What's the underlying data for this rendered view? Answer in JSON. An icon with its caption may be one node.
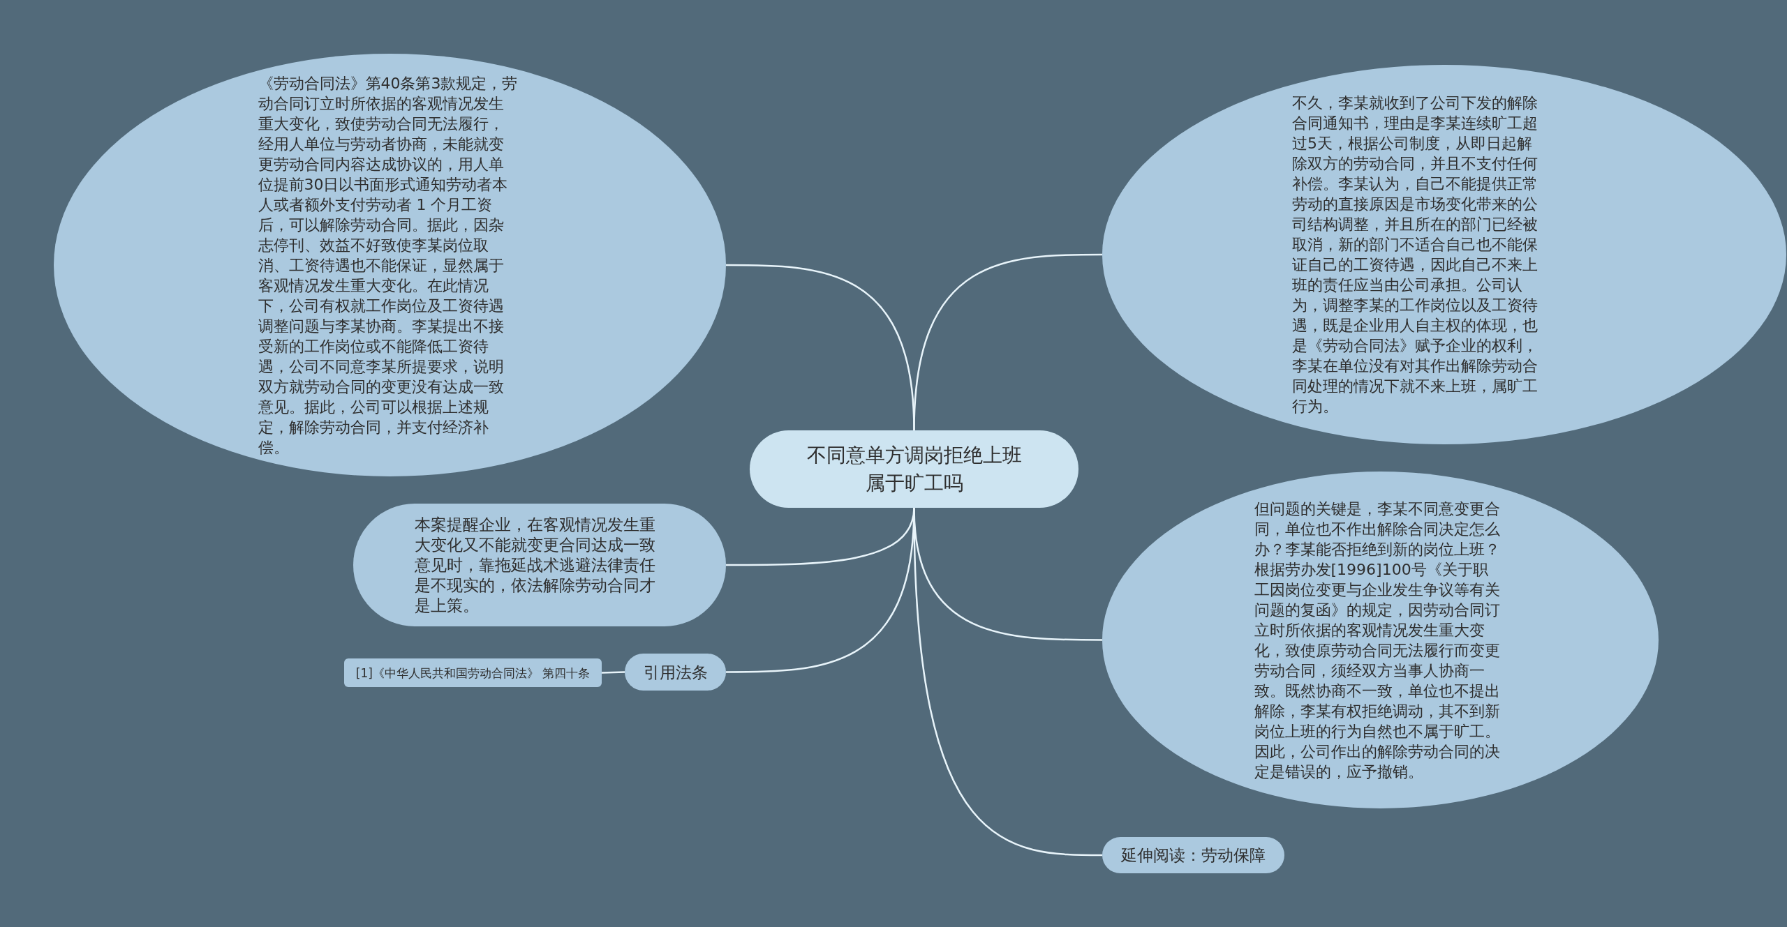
{
  "diagram": {
    "nodes": [
      {
        "text": [
          "不同意单方调岗拒绝上班属于旷工吗"
        ]
      },
      {
        "text": [
          "《劳动合同法》第40条第3款规定，劳动合同订立时所依据的客观情况发生重大变化，致使劳动合同无法履行，经用人单位与劳动者协商，未能就变更劳动合同内容达成协议的，用人单位提前30日以书面形式通知劳动者本人或者额外支付劳动者 1 个月工资后，可以解除劳动合同。据此，因杂志停刊、效益不好致使李某岗位取消、工资待遇也不能保证，显然属于客观情况发生重大变化。在此情况下，公司有权就工作岗位及工资待遇调整问题与李某协商。李某提出不接受新的工作岗位或不能降低工资待遇，公司不同意李某所提要求，说明双方就劳动合同的变更没有达成一致意见。据此，公司可以根据上述规定，解除劳动合同，并支付经济补偿。"
        ]
      },
      {
        "text": [
          "不久，李某就收到了公司下发的解除合同通知书，理由是李某连续旷工超过5天，根据公司制度，从即日起解除双方的劳动合同，并且不支付任何补偿。李某认为，自己不能提供正常劳动的直接原因是市场变化带来的公司结构调整，并且所在的部门已经被取消，新的部门不适合自己也不能保证自己的工资待遇，因此自己不来上班的责任应当由公司承担。公司认为，调整李某的工作岗位以及工资待遇，既是企业用人自主权的体现，也是《劳动合同法》赋予企业的权利，李某在单位没有对其作出解除劳动合同处理的情况下就不来上班，属旷工行为。"
        ]
      },
      {
        "text": [
          "本案提醒企业，在客观情况发生重大变化又不能就变更合同达成一致意见时，靠拖延战术逃避法律责任是不现实的，依法解除劳动合同才是上策。"
        ]
      },
      {
        "text": [
          "但问题的关键是，李某不同意变更合同，单位也不作出解除合同决定怎么办？李某能否拒绝到新的岗位上班？根据劳办发[1996]100号《关于职工因岗位变更与企业发生争议等有关问题的复函》的规定，因劳动合同订立时所依据的客观情况发生重大变化，致使原劳动合同无法履行而变更劳动合同，须经双方当事人协商一致。既然协商不一致，单位也不提出解除，李某有权拒绝调动，其不到新岗位上班的行为自然也不属于旷工。因此，公司作出的解除劳动合同的决定是错误的，应予撤销。"
        ]
      },
      {
        "text": [
          "引用法条"
        ]
      },
      {
        "text": [
          "[1]《中华人民共和国劳动合同法》 第四十条"
        ]
      },
      {
        "text": [
          "延伸阅读：劳动保障"
        ]
      }
    ],
    "edges": [
      {
        "from": 0,
        "to": 1,
        "arrow": "none"
      },
      {
        "from": 0,
        "to": 2,
        "arrow": "none"
      },
      {
        "from": 0,
        "to": 3,
        "arrow": "none"
      },
      {
        "from": 0,
        "to": 4,
        "arrow": "none"
      },
      {
        "from": 0,
        "to": 5,
        "arrow": "none"
      },
      {
        "from": 5,
        "to": 6,
        "arrow": "none"
      },
      {
        "from": 0,
        "to": 7,
        "arrow": "none"
      }
    ]
  }
}
